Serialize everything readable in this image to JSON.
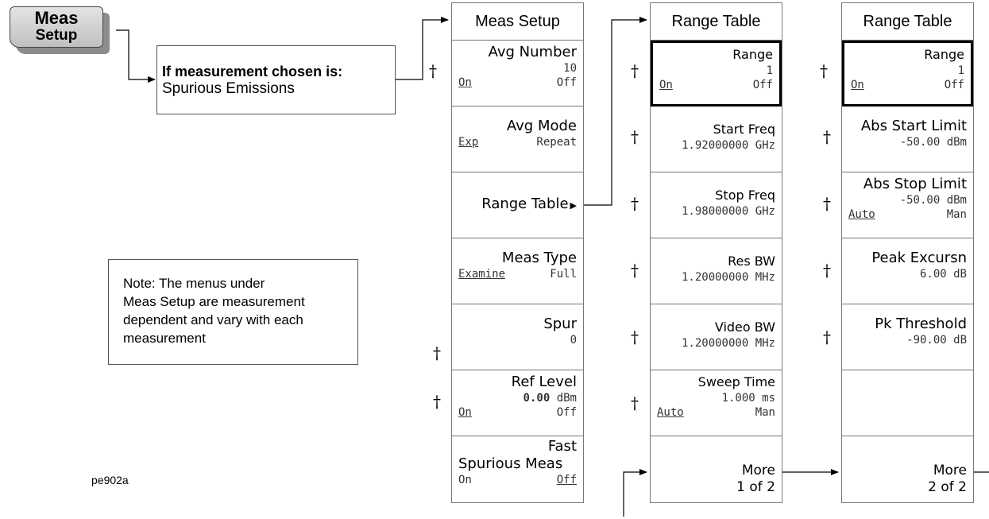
{
  "hard_key": {
    "line1": "Meas",
    "line2": "Setup"
  },
  "condition": {
    "line1": "If measurement chosen is:",
    "line2": "Spurious Emissions"
  },
  "note": {
    "line1": "Note: The menus under",
    "line2": "Meas Setup are measurement",
    "line3": "dependent and vary with each",
    "line4": "measurement"
  },
  "figure_id": "pe902a",
  "dagger_symbol": "†",
  "menus": {
    "meas_setup": {
      "title": "Meas Setup",
      "avg_number": {
        "label": "Avg Number",
        "value": "10",
        "on": "On",
        "off": "Off"
      },
      "avg_mode": {
        "label": "Avg Mode",
        "exp": "Exp",
        "repeat": "Repeat"
      },
      "range_table": {
        "label": "Range Table",
        "arrow": "▶"
      },
      "meas_type": {
        "label": "Meas Type",
        "examine": "Examine",
        "full": "Full"
      },
      "spur": {
        "label": "Spur",
        "value": "0"
      },
      "ref_level": {
        "label": "Ref Level",
        "value_num": "0.00",
        "value_unit": "dBm",
        "on": "On",
        "off": "Off"
      },
      "fast_spur": {
        "label1": "Fast",
        "label2": "Spurious Meas",
        "on": "On",
        "off": "Off"
      }
    },
    "range_table_1": {
      "title": "Range Table",
      "range": {
        "label": "Range",
        "value": "1",
        "on": "On",
        "off": "Off"
      },
      "start_freq": {
        "label": "Start Freq",
        "value": "1.92000000 GHz"
      },
      "stop_freq": {
        "label": "Stop Freq",
        "value": "1.98000000 GHz"
      },
      "res_bw": {
        "label": "Res BW",
        "value": "1.20000000 MHz"
      },
      "video_bw": {
        "label": "Video BW",
        "value": "1.20000000 MHz"
      },
      "sweep_time": {
        "label": "Sweep Time",
        "value": "1.000 ms",
        "auto": "Auto",
        "man": "Man"
      },
      "more": {
        "line1": "More",
        "line2": "1 of 2"
      }
    },
    "range_table_2": {
      "title": "Range Table",
      "range": {
        "label": "Range",
        "value": "1",
        "on": "On",
        "off": "Off"
      },
      "abs_start": {
        "label": "Abs Start Limit",
        "value": "-50.00 dBm"
      },
      "abs_stop": {
        "label": "Abs Stop Limit",
        "value": "-50.00 dBm",
        "auto": "Auto",
        "man": "Man"
      },
      "peak_excursn": {
        "label": "Peak Excursn",
        "value": "6.00 dB"
      },
      "pk_threshold": {
        "label": "Pk Threshold",
        "value": "-90.00 dB"
      },
      "more": {
        "line1": "More",
        "line2": "2 of 2"
      }
    }
  }
}
